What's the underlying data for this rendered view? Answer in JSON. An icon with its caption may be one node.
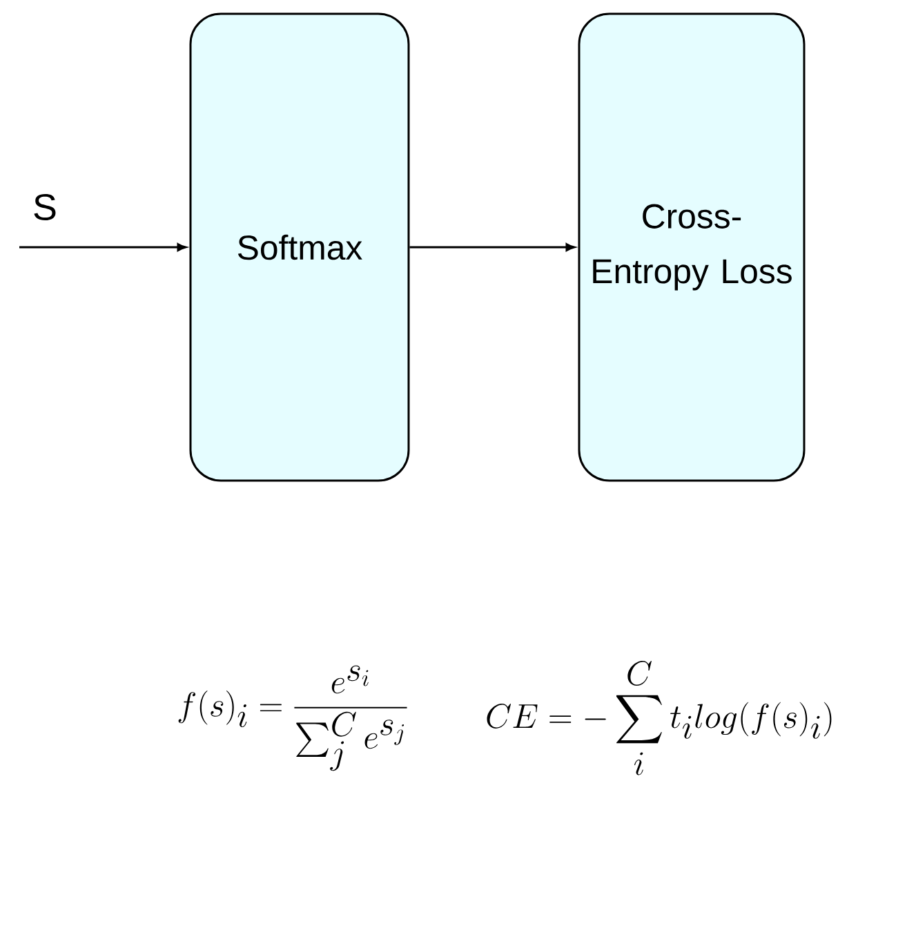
{
  "diagram": {
    "nodes": [
      {
        "text": [
          "Softmax"
        ]
      },
      {
        "text": [
          "Cross-Entropy Loss"
        ]
      }
    ],
    "edges": [
      {
        "from": null,
        "to": 0,
        "arrow": "to",
        "label": "S"
      },
      {
        "from": 0,
        "to": 1,
        "arrow": "to"
      }
    ],
    "labels": [
      "f(s)_i = \\frac{e^{s_i}}{\\sum_j^C e^{s_j}}",
      "CE = -\\sum_i^C t_i log(f(s)_i)"
    ]
  }
}
